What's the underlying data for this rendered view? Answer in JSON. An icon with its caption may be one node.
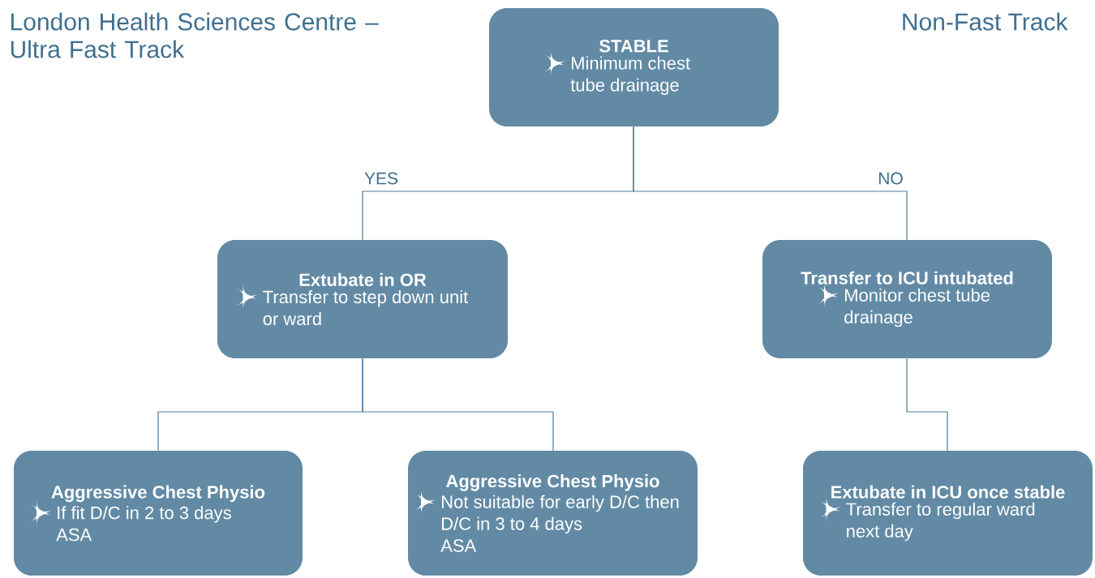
{
  "diagram": {
    "title": "London Health Sciences Centre – Ultra Fast Track",
    "nodes": [
      {
        "text": [
          "STABLE",
          "Minimum chest tube drainage"
        ]
      },
      {
        "text": [
          "Extubate in OR",
          "Transfer to step down unit or ward"
        ]
      },
      {
        "text": [
          "Transfer to ICU intubated",
          "Monitor chest tube drainage"
        ]
      },
      {
        "text": [
          "Aggressive Chest Physio",
          "If fit D/C in 2 to 3 days",
          "ASA"
        ]
      },
      {
        "text": [
          "Aggressive Chest Physio",
          "Not suitable for early D/C then D/C in 3 to 4 days",
          "ASA"
        ]
      },
      {
        "text": [
          "Extubate in ICU once stable",
          "Transfer to regular ward next day"
        ]
      }
    ],
    "edges": [
      {
        "from": 0,
        "to": 1,
        "arrow": "none",
        "label": "YES"
      },
      {
        "from": 0,
        "to": 2,
        "arrow": "none",
        "label": "NO"
      },
      {
        "from": 1,
        "to": 3,
        "arrow": "none"
      },
      {
        "from": 1,
        "to": 4,
        "arrow": "none"
      },
      {
        "from": 2,
        "to": 5,
        "arrow": "none"
      }
    ],
    "labels": [
      "Non-Fast Track"
    ]
  }
}
